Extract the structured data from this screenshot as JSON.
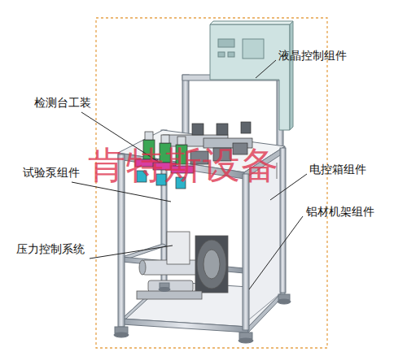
{
  "diagram": {
    "labels": [
      "液晶控制组件",
      "检测台工装",
      "试验泵组件",
      "电控箱组件",
      "铝材机架组件",
      "压力控制系统",
      "肯特斯设备"
    ]
  }
}
